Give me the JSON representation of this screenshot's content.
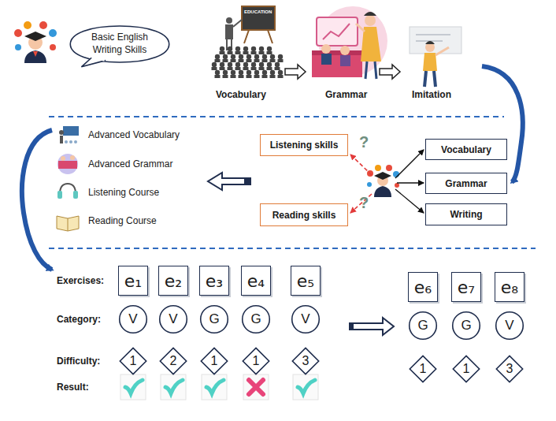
{
  "diagram": {
    "nodes": [
      {
        "text": [
          "Basic English Writing Skills"
        ]
      },
      {
        "text": [
          "Listening skills"
        ]
      },
      {
        "text": [
          "Vocabulary"
        ]
      },
      {
        "text": [
          "Grammar"
        ]
      },
      {
        "text": [
          "Reading skills"
        ]
      },
      {
        "text": [
          "Writing"
        ]
      },
      {
        "text": [
          "e₁"
        ]
      },
      {
        "text": [
          "e₂"
        ]
      },
      {
        "text": [
          "e₃"
        ]
      },
      {
        "text": [
          "e₄"
        ]
      },
      {
        "text": [
          "e₅"
        ]
      },
      {
        "text": [
          "e₆"
        ]
      },
      {
        "text": [
          "e₇"
        ]
      },
      {
        "text": [
          "e₈"
        ]
      },
      {
        "text": [
          "V"
        ]
      },
      {
        "text": [
          "V"
        ]
      },
      {
        "text": [
          "G"
        ]
      },
      {
        "text": [
          "G"
        ]
      },
      {
        "text": [
          "V"
        ]
      },
      {
        "text": [
          "G"
        ]
      },
      {
        "text": [
          "G"
        ]
      },
      {
        "text": [
          "V"
        ]
      },
      {
        "text": [
          "1"
        ]
      },
      {
        "text": [
          "2"
        ]
      },
      {
        "text": [
          "1"
        ]
      },
      {
        "text": [
          "1"
        ]
      },
      {
        "text": [
          "3"
        ]
      },
      {
        "text": [
          "1"
        ]
      },
      {
        "text": [
          "1"
        ]
      },
      {
        "text": [
          "3"
        ]
      }
    ],
    "labels": [
      "Vocabulary",
      "Grammar",
      "Imitation",
      "EDUCATION",
      "Advanced Vocabulary",
      "Advanced Grammar",
      "Listening Course",
      "Reading Course",
      "?",
      "?",
      "Exercises:",
      "Category:",
      "Difficulty:",
      "Result:"
    ]
  }
}
